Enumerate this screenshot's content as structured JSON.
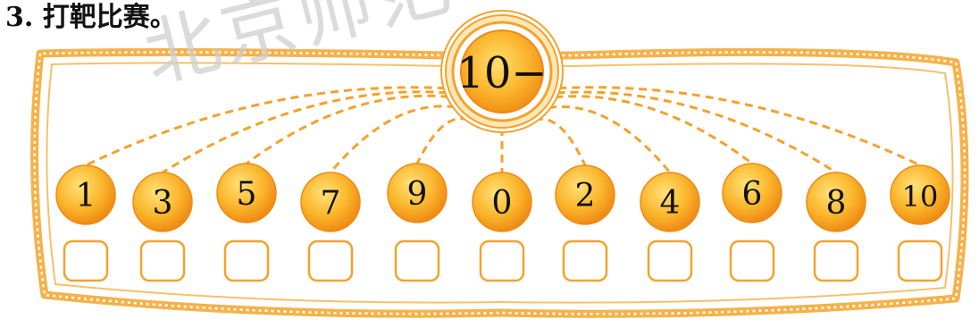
{
  "title": "3. 打靶比赛。",
  "watermark": "北京师范",
  "center_label": "10−",
  "targets": [
    "1",
    "3",
    "5",
    "7",
    "9",
    "0",
    "2",
    "4",
    "6",
    "8",
    "10"
  ],
  "answers": [
    "",
    "",
    "",
    "",
    "",
    "",
    "",
    "",
    "",
    "",
    ""
  ],
  "colors": {
    "orange": "#f3a02a",
    "frame": "#f5b24a",
    "ball_light": "#ffd24f",
    "ball_dark": "#f08a12",
    "text": "#111111"
  }
}
